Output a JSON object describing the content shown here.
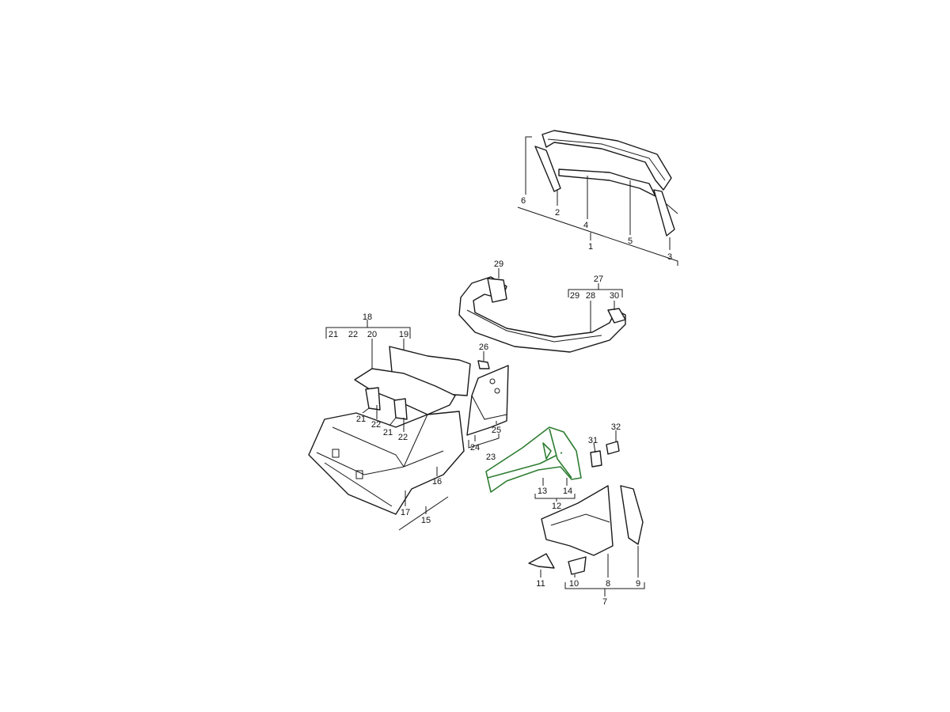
{
  "diagram": {
    "title": "",
    "highlight_color": "#2e7d32",
    "callouts": {
      "c6": "6",
      "c2": "2",
      "c4": "4",
      "c5": "5",
      "c1": "1",
      "c3": "3",
      "c29a": "29",
      "c27": "27",
      "c29b": "29",
      "c28": "28",
      "c30": "30",
      "c18": "18",
      "c21a": "21",
      "c22a": "22",
      "c20": "20",
      "c19": "19",
      "c26": "26",
      "c21b": "21",
      "c22b": "22",
      "c21c": "21",
      "c22c": "22",
      "c25": "25",
      "c24": "24",
      "c23": "23",
      "c32": "32",
      "c31": "31",
      "c13": "13",
      "c14": "14",
      "c12": "12",
      "c16": "16",
      "c17": "17",
      "c15": "15",
      "c11": "11",
      "c10": "10",
      "c8": "8",
      "c9": "9",
      "c7": "7"
    }
  }
}
